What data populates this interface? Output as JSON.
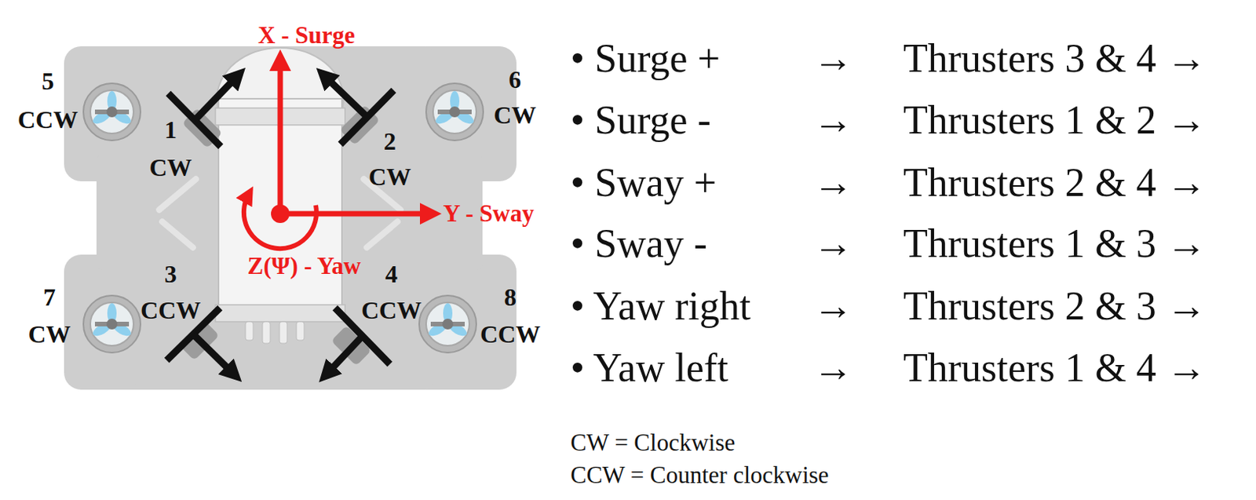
{
  "diagram": {
    "labels": [
      "X - Surge",
      "5",
      "CCW",
      "1",
      "CW",
      "6",
      "CW",
      "2",
      "CW",
      "Y - Sway",
      "Z(Ψ) - Yaw",
      "3",
      "CCW",
      "4",
      "CCW",
      "7",
      "CW",
      "8",
      "CCW",
      "• Surge +",
      "→",
      "Thrusters 3 & 4 →",
      "• Surge -",
      "→",
      "Thrusters 1 & 2 →",
      "• Sway +",
      "→",
      "Thrusters 2 & 4 →",
      "• Sway -",
      "→",
      "Thrusters 1 & 3 →",
      "• Yaw right",
      "→",
      "Thrusters 2 & 3 →",
      "• Yaw left",
      "→",
      "Thrusters 1 & 4 →",
      "CW = Clockwise",
      "CCW = Counter clockwise"
    ]
  }
}
